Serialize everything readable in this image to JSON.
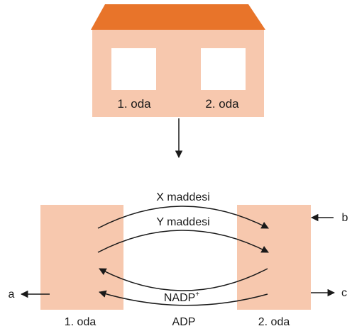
{
  "house": {
    "room1_label": "1. oda",
    "room2_label": "2. oda"
  },
  "process": {
    "arrow_top1_label": "X maddesi",
    "arrow_top2_label": "Y maddesi",
    "arrow_bottom1_label": "NADP",
    "arrow_bottom1_superscript": "+",
    "arrow_bottom2_label": "ADP",
    "room1_label": "1. oda",
    "room2_label": "2. oda",
    "label_a": "a",
    "label_b": "b",
    "label_c": "c"
  },
  "colors": {
    "roof": "#e8742a",
    "wall": "#f7c8ae",
    "window": "#ffffff",
    "line": "#1a1a1a"
  }
}
